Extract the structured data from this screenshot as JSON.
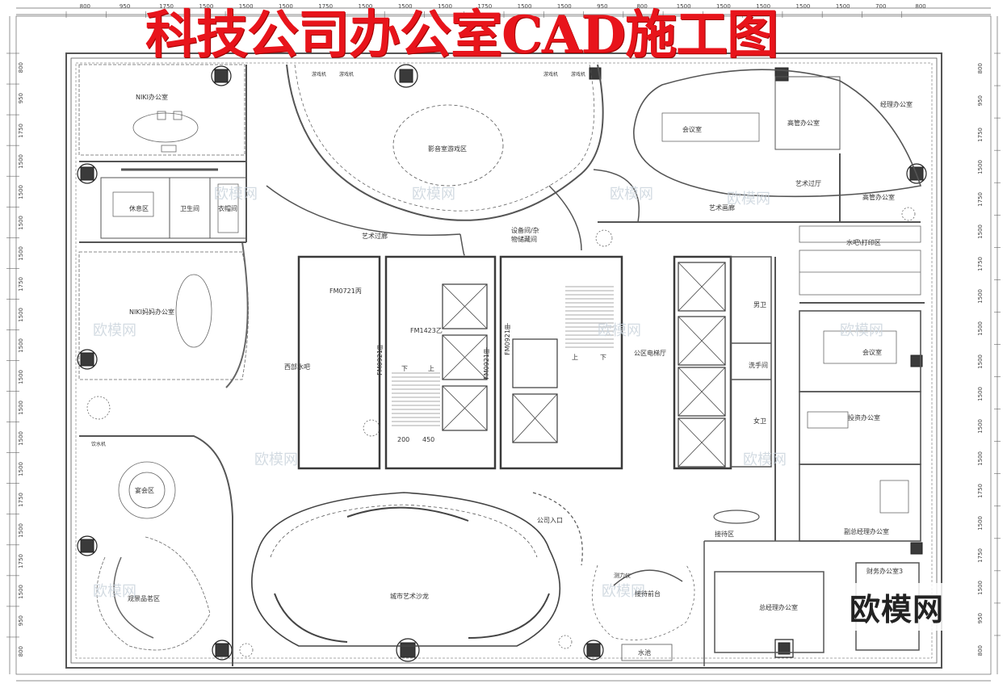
{
  "title": "科技公司办公室CAD施工图",
  "brand_watermark": "欧模网",
  "watermark_text": "欧模网",
  "colors": {
    "title": "#e8141b",
    "lines": "#444444",
    "walls": "#555555"
  },
  "top_dimensions": [
    "800",
    "950",
    "1750",
    "1500",
    "1500",
    "1500",
    "1750",
    "1500",
    "1500",
    "1500",
    "1750",
    "1500",
    "1500",
    "950",
    "800",
    "1500",
    "1500",
    "1500",
    "1500",
    "1500",
    "700",
    "800"
  ],
  "left_dimensions": [
    "800",
    "950",
    "1750",
    "1500",
    "1500",
    "1500",
    "1500",
    "1750",
    "1500",
    "1500",
    "1500",
    "1500",
    "1500",
    "1500",
    "1750",
    "1500",
    "1750",
    "1500",
    "950",
    "800"
  ],
  "right_dimensions": [
    "800",
    "950",
    "1750",
    "1500",
    "1750",
    "1500",
    "1750",
    "1500",
    "1500",
    "1500",
    "1500",
    "1500",
    "1500",
    "1750",
    "1500",
    "1750",
    "1500",
    "950",
    "800"
  ],
  "rooms": {
    "niki_office": "NIKI办公室",
    "rest_area": "休息区",
    "toilet": "卫生间",
    "cloakroom": "衣帽间",
    "niki_mom_office": "NIKI妈妈办公室",
    "cinema": "影音室游戏区",
    "art_corridor": "艺术过廊",
    "equipment_room": "设备间/杂物储藏间",
    "meeting_room": "会议室",
    "senior_office_1": "高管办公室",
    "manager_office": "经理办公室",
    "art_passage": "艺术过厅",
    "senior_office_2": "高管办公室",
    "art_corridor_2": "艺术画廊",
    "water_bar_print": "水吧\\打印区",
    "west_water_bar": "西部水吧",
    "public_elevator": "公区电梯厅",
    "mens_toilet": "男卫",
    "wash_room": "洗手间",
    "womens_toilet": "女卫",
    "meeting_room_2": "会议室",
    "investment_office": "投资办公室",
    "deputy_gm_office": "副总经理办公室",
    "banquet": "宴会区",
    "landscape_lounge": "观景品茗区",
    "city_art_salon": "城市艺术沙龙",
    "company_entrance": "公司入口",
    "reception": "接待区",
    "reception_desk": "接待前台",
    "finance_office": "财务办公室3",
    "gm_office": "总经理办公室",
    "pool": "水池",
    "stair_down_1": "下",
    "stair_up_1": "上",
    "stair_up_2": "上",
    "stair_down_2": "下",
    "dim_200": "200",
    "dim_450": "450",
    "door_fm1423": "FM1423乙",
    "door_fm0721": "FM0721丙",
    "door_fm0921_a": "FM0921甲",
    "door_fm0921_b": "FM0921甲",
    "door_fm0921_c": "FM0921甲",
    "game_1": "游戏机",
    "game_2": "游戏机",
    "game_3": "游戏机",
    "game_4": "游戏机",
    "water_dispenser": "饮水机",
    "instrument": "测力仪"
  }
}
